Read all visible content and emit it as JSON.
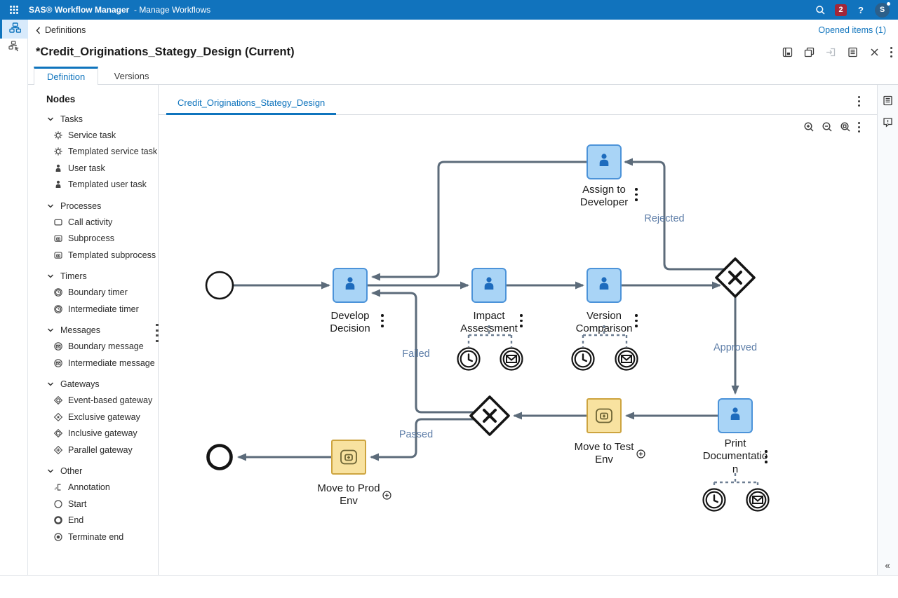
{
  "app_bar": {
    "brand_bold": "SAS® Workflow Manager",
    "brand_rest": "- Manage Workflows",
    "badge_count": "2",
    "help_label": "?",
    "avatar_initial": "S"
  },
  "header": {
    "breadcrumb": "Definitions",
    "title": "*Credit_Originations_Stategy_Design (Current)",
    "opened_items": "Opened items (1)",
    "tab_definition": "Definition",
    "tab_versions": "Versions"
  },
  "nodes_panel": {
    "title": "Nodes",
    "sections": [
      {
        "label": "Tasks",
        "items": [
          {
            "label": "Service task"
          },
          {
            "label": "Templated service task"
          },
          {
            "label": "User task"
          },
          {
            "label": "Templated user task"
          }
        ]
      },
      {
        "label": "Processes",
        "items": [
          {
            "label": "Call activity"
          },
          {
            "label": "Subprocess"
          },
          {
            "label": "Templated subprocess"
          }
        ]
      },
      {
        "label": "Timers",
        "items": [
          {
            "label": "Boundary timer"
          },
          {
            "label": "Intermediate timer"
          }
        ]
      },
      {
        "label": "Messages",
        "items": [
          {
            "label": "Boundary message"
          },
          {
            "label": "Intermediate message"
          }
        ]
      },
      {
        "label": "Gateways",
        "items": [
          {
            "label": "Event-based gateway"
          },
          {
            "label": "Exclusive gateway"
          },
          {
            "label": "Inclusive gateway"
          },
          {
            "label": "Parallel gateway"
          }
        ]
      },
      {
        "label": "Other",
        "items": [
          {
            "label": "Annotation"
          },
          {
            "label": "Start"
          },
          {
            "label": "End"
          },
          {
            "label": "Terminate end"
          }
        ]
      }
    ]
  },
  "canvas": {
    "tab": "Credit_Originations_Stategy_Design",
    "node_labels": {
      "assign": "Assign to Developer",
      "develop": "Develop Decision",
      "impact": "Impact Assessment",
      "version": "Version Comparison",
      "print": "Print Documentation",
      "move_test": "Move to Test Env",
      "move_prod": "Move to Prod Env"
    },
    "edge_labels": {
      "rejected": "Rejected",
      "approved": "Approved",
      "failed": "Failed",
      "passed": "Passed"
    }
  },
  "misc": {
    "expand_panel": "»",
    "collapse_panel": "«"
  },
  "colors": {
    "app_bar": "#1173bd",
    "accent_blue": "#0f74bd",
    "task_fill": "#a9d4f6",
    "task_border": "#4c93d9",
    "subprocess_fill": "#f8e2a0",
    "subprocess_border": "#cda43f",
    "edge": "#5c6b7a",
    "edge_label": "#5e7ea8",
    "badge": "#a32638"
  }
}
